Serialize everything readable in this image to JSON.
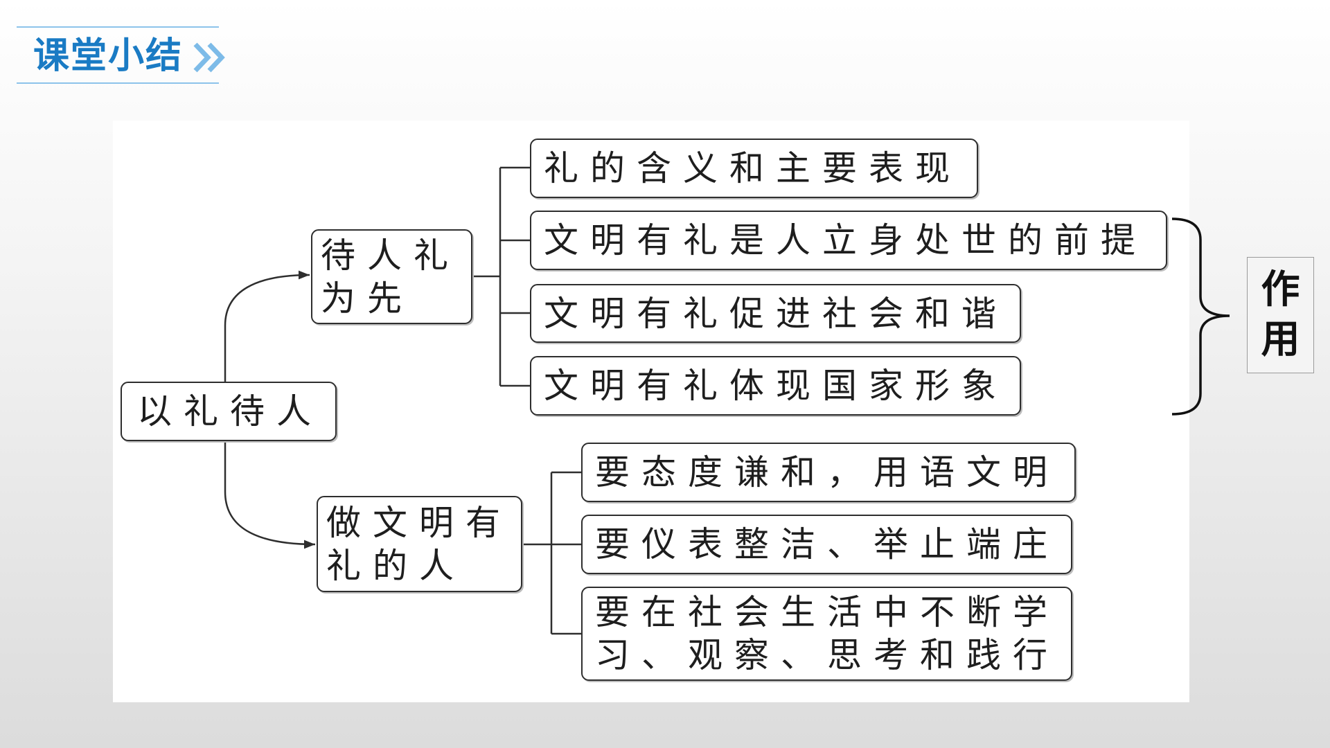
{
  "header": {
    "title": "课堂小结",
    "icon": "double-chevron-icon",
    "accent_color": "#1a7bc4",
    "chevron_color": "#7dbbe8"
  },
  "diagram": {
    "root": {
      "lines": [
        "以礼待人"
      ]
    },
    "branches": [
      {
        "lines": [
          "待人礼",
          "为先"
        ],
        "children": [
          {
            "lines": [
              "礼的含义和主要表现"
            ]
          },
          {
            "lines": [
              "文明有礼是人立身处世的前提"
            ]
          },
          {
            "lines": [
              "文明有礼促进社会和谐"
            ]
          },
          {
            "lines": [
              "文明有礼体现国家形象"
            ]
          }
        ]
      },
      {
        "lines": [
          "做文明有",
          "礼的人"
        ],
        "children": [
          {
            "lines": [
              "要态度谦和，用语文明"
            ]
          },
          {
            "lines": [
              "要仪表整洁、举止端庄"
            ]
          },
          {
            "lines": [
              "要在社会生活中不断学",
              "习、观察、思考和践行"
            ]
          }
        ]
      }
    ],
    "brace_label": {
      "lines": [
        "作",
        "用"
      ]
    }
  }
}
